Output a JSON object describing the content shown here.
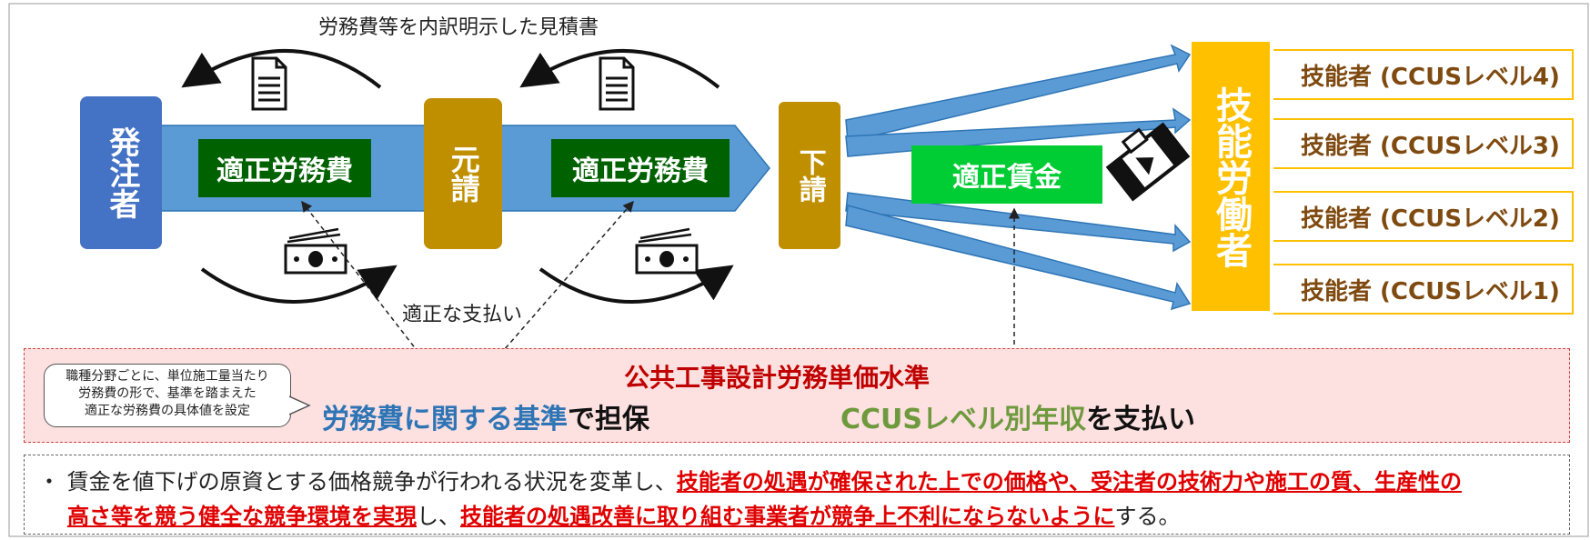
{
  "top_label": "労務費等を内訳明示した見積書",
  "nodes": {
    "client": "発注者",
    "prime": "元請",
    "sub": "下請",
    "workers": "技能労働者"
  },
  "flows": {
    "labor_cost_1": "適正労務費",
    "labor_cost_2": "適正労務費",
    "wage": "適正賃金"
  },
  "worker_levels": [
    "技能者 (CCUSレベル4)",
    "技能者 (CCUSレベル3)",
    "技能者 (CCUSレベル2)",
    "技能者 (CCUSレベル1)"
  ],
  "payment_label": "適正な支払い",
  "standard": {
    "title": "公共工事設計労務単価水準",
    "callout": [
      "職種分野ごとに、単位施工量当たり",
      "労務費の形で、基準を踏まえた",
      "適正な労務費の具体値を設定"
    ],
    "left_blue": "労務費に関する基準",
    "left_black": "で担保",
    "right_green": "CCUSレベル別年収",
    "right_black": "を支払い"
  },
  "note": {
    "bullet": "・",
    "l1_a": "賃金を値下げの原資とする価格競争が行われる状況を変革し、",
    "l1_b": "技能者の処遇が確保された上での価格や、受注者の技術力や施工の質、生産性の",
    "l2_a": "高さ等を競う健全な競争環境を実現",
    "l2_b": "し、",
    "l2_c": "技能者の処遇改善に取り組む事業者が競争上不利にならないように",
    "l2_d": "する。"
  },
  "colors": {
    "client_blue": "#4472c4",
    "arrow_blue": "#5b9bd5",
    "gold": "#bf8f00",
    "dark_green": "#006100",
    "bright_green": "#00b050",
    "worker_yellow": "#ffc000",
    "red_text": "#c00000",
    "blue_text": "#2e75b6",
    "olive_text": "#70ad47"
  },
  "icons": [
    "document-icon",
    "cash-icon",
    "envelope-icon"
  ]
}
